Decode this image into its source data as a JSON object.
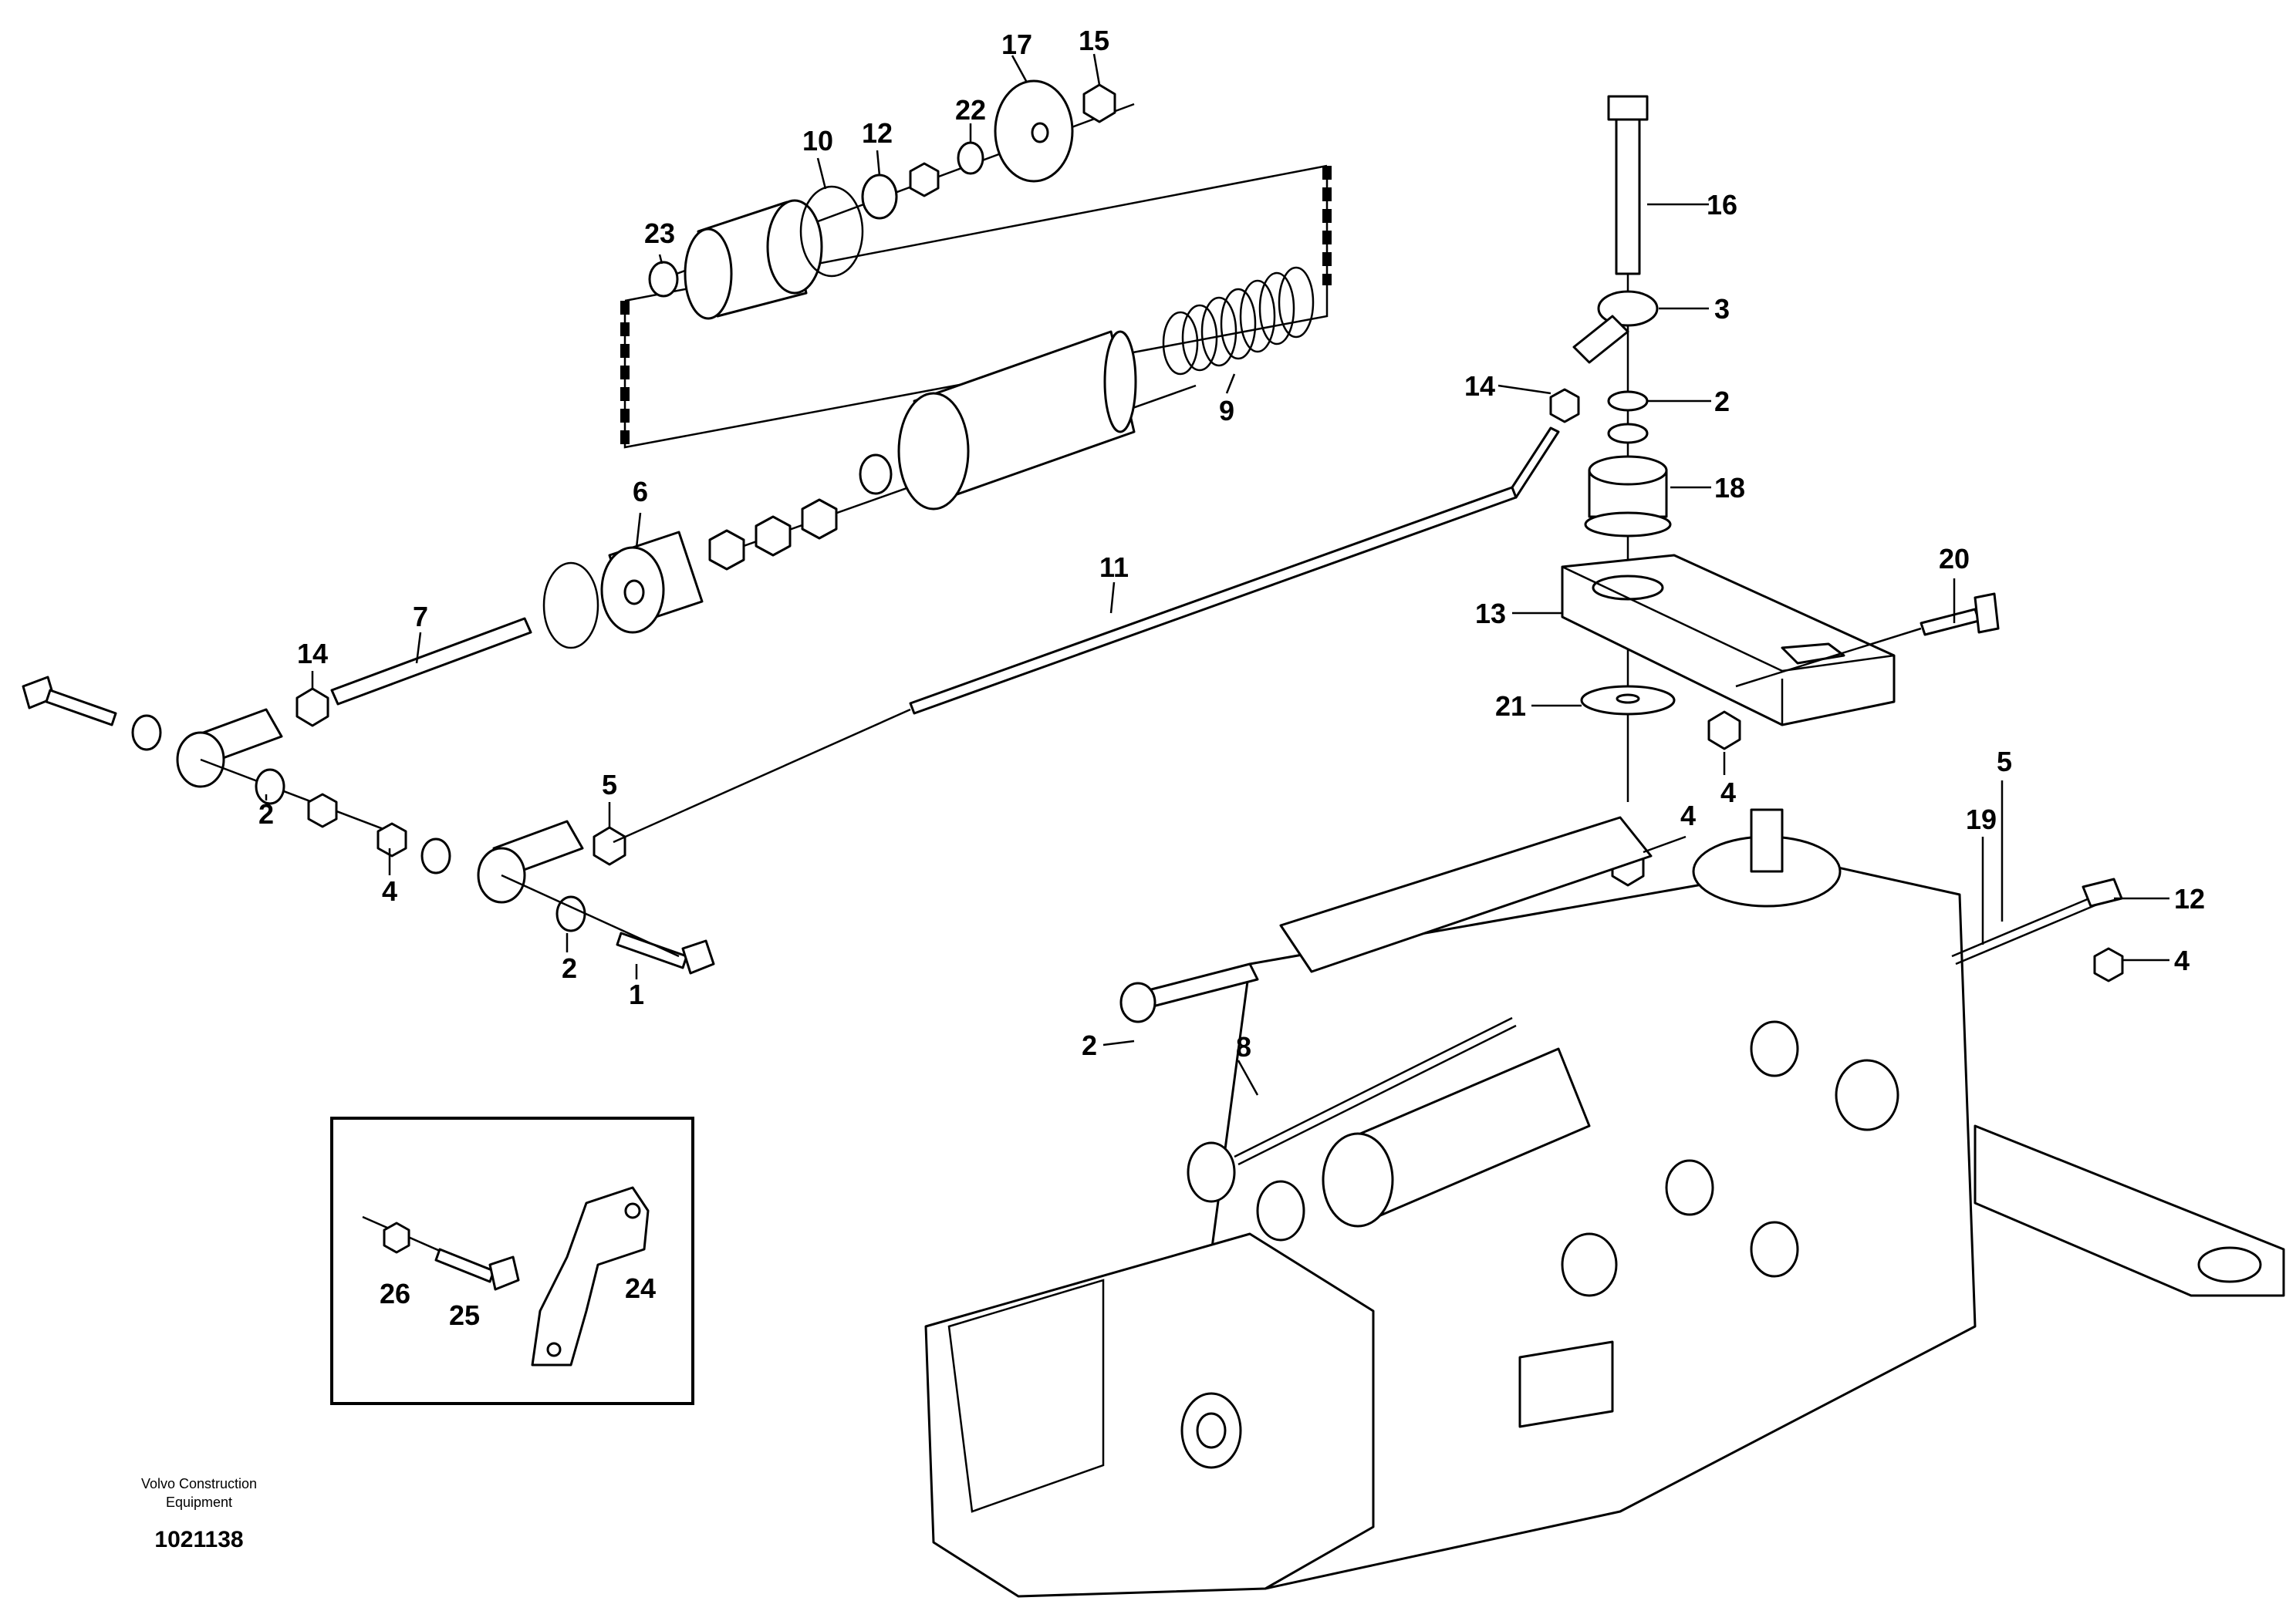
{
  "footer": {
    "company_line1": "Volvo Construction",
    "company_line2": "Equipment",
    "drawing_number": "1021138"
  },
  "callouts": {
    "c1": "1",
    "c2a": "2",
    "c2b": "2",
    "c2c": "2",
    "c2d": "2",
    "c3": "3",
    "c4a": "4",
    "c4b": "4",
    "c4c": "4",
    "c4d": "4",
    "c5a": "5",
    "c5b": "5",
    "c6": "6",
    "c7": "7",
    "c8": "8",
    "c9": "9",
    "c10": "10",
    "c11": "11",
    "c12a": "12",
    "c12b": "12",
    "c13": "13",
    "c14a": "14",
    "c14b": "14",
    "c15": "15",
    "c16": "16",
    "c17": "17",
    "c18": "18",
    "c19": "19",
    "c20": "20",
    "c21": "21",
    "c22": "22",
    "c23": "23",
    "c24": "24",
    "c25": "25",
    "c26": "26"
  }
}
